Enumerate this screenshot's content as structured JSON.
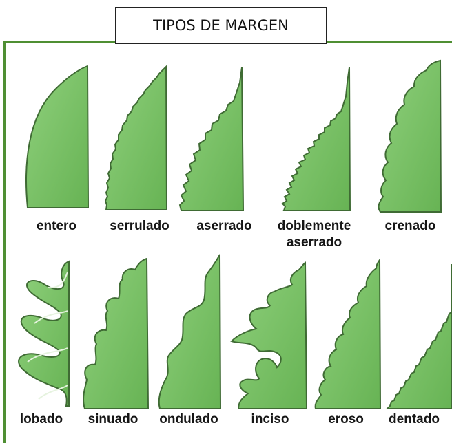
{
  "title": "TIPOS DE MARGEN",
  "colors": {
    "leaf_fill": "#7cc26a",
    "leaf_edge": "#3f6b34",
    "frame": "#4f8f33"
  },
  "rows": [
    {
      "items": [
        {
          "key": "entero",
          "label": "entero"
        },
        {
          "key": "serrulado",
          "label": "serrulado"
        },
        {
          "key": "aserrado",
          "label": "aserrado"
        },
        {
          "key": "doblemente",
          "label_line1": "doblemente",
          "label_line2": "aserrado"
        },
        {
          "key": "crenado",
          "label": "crenado"
        }
      ]
    },
    {
      "items": [
        {
          "key": "lobado",
          "label": "lobado"
        },
        {
          "key": "sinuado",
          "label": "sinuado"
        },
        {
          "key": "ondulado",
          "label": "ondulado"
        },
        {
          "key": "inciso",
          "label": "inciso"
        },
        {
          "key": "eroso",
          "label": "eroso"
        },
        {
          "key": "dentado",
          "label": "dentado"
        }
      ]
    }
  ]
}
